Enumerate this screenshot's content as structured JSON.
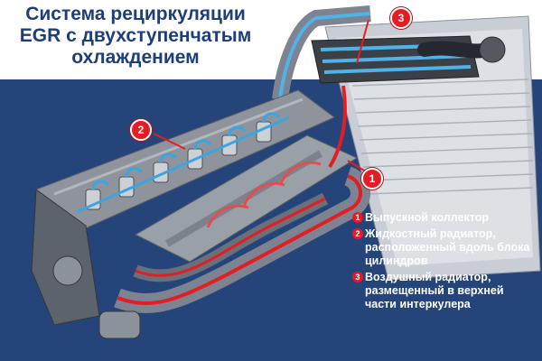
{
  "title": {
    "line1": "Система рециркуляции",
    "line2": "EGR с двухступенчатым",
    "line3": "охлаждением"
  },
  "markers": {
    "m1": "1",
    "m2": "2",
    "m3": "3"
  },
  "legend": {
    "items": [
      {
        "num": "1",
        "text": "Выпускной коллектор"
      },
      {
        "num": "2",
        "text": "Жидкостный радиатор, расположенный вдоль блока цилиндров"
      },
      {
        "num": "3",
        "text": "Воздушный радиатор, размещенный в верхней части интеркулера"
      }
    ]
  },
  "colors": {
    "accent_red": "#e31d24",
    "title_blue": "#1e3e78",
    "background_blue": "#25447a"
  }
}
